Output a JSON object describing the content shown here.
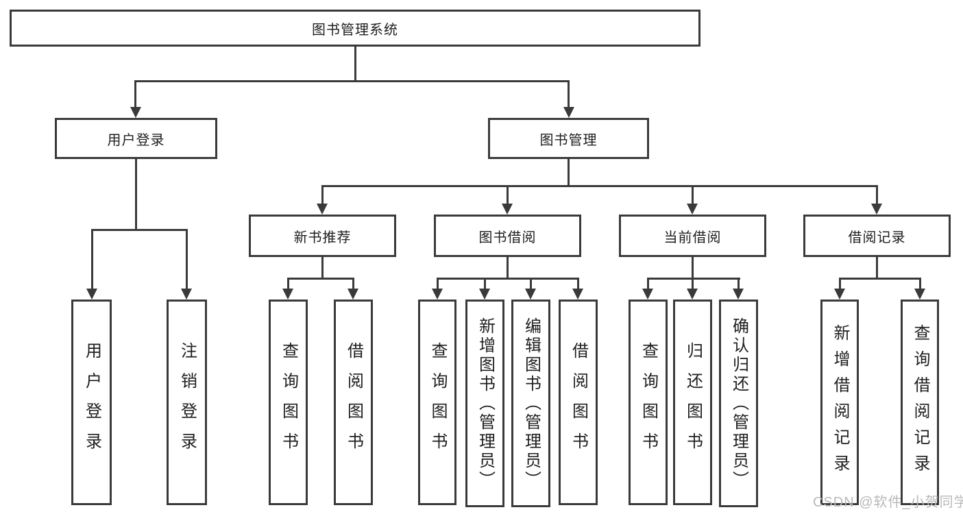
{
  "diagram": {
    "root_label": "图书管理系统",
    "level2": [
      {
        "label": "用户登录",
        "leaves": [
          "用户登录",
          "注销登录"
        ]
      },
      {
        "label": "图书管理",
        "groups": [
          {
            "label": "新书推荐",
            "leaves": [
              "查询图书",
              "借阅图书"
            ]
          },
          {
            "label": "图书借阅",
            "leaves": [
              "查询图书",
              "新增图书（管理员）",
              "编辑图书（管理员）",
              "借阅图书"
            ]
          },
          {
            "label": "当前借阅",
            "leaves": [
              "查询图书",
              "归还图书",
              "确认归还（管理员）"
            ]
          },
          {
            "label": "借阅记录",
            "leaves": [
              "新增借阅记录",
              "查询借阅记录"
            ]
          }
        ]
      }
    ]
  },
  "colors": {
    "line": "#3a3a3a",
    "background": "#ffffff",
    "text": "#1e1e1e",
    "watermark": "#b9b9b9"
  },
  "watermark": {
    "text": "CSDN @软件_小贺同学"
  }
}
